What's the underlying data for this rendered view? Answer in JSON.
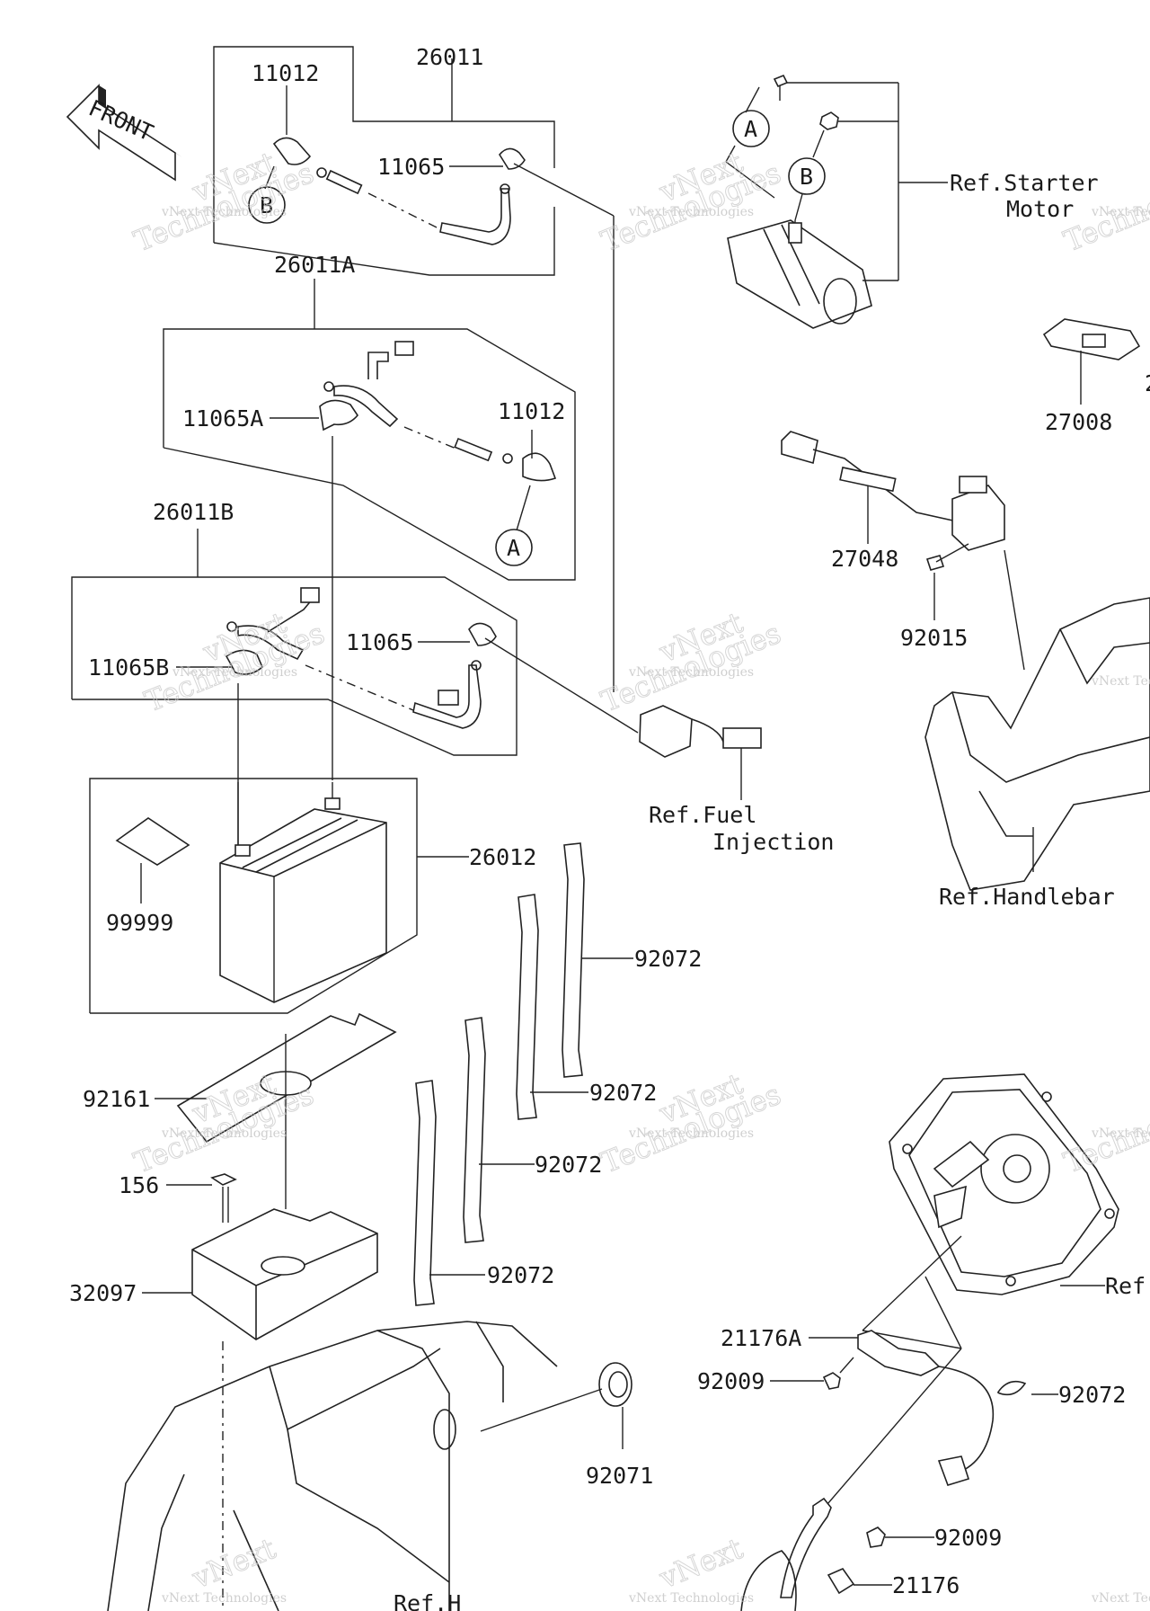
{
  "front_label": "FRONT",
  "watermark": {
    "line1": "vNext Technologies",
    "line2": "vNext",
    "line3": "Technologies"
  },
  "part_numbers": {
    "p26011": "26011",
    "p11012_top": "11012",
    "p11065_top": "11065",
    "p26011A": "26011A",
    "p11065A": "11065A",
    "p11012_mid": "11012",
    "p26011B": "26011B",
    "p11065B": "11065B",
    "p11065_mid": "11065",
    "p26012": "26012",
    "p99999": "99999",
    "p92072_a": "92072",
    "p92072_b": "92072",
    "p92072_c": "92072",
    "p92072_d": "92072",
    "p92161": "92161",
    "p156": "156",
    "p32097": "32097",
    "p92071": "92071",
    "p27008": "27008",
    "p27048": "27048",
    "p92015": "92015",
    "p21176A": "21176A",
    "p92009_a": "92009",
    "p92072_e": "92072",
    "p92009_b": "92009",
    "p21176": "21176"
  },
  "references": {
    "starter_1": "Ref.Starter",
    "starter_2": "Motor",
    "fuel_1": "Ref.Fuel",
    "fuel_2": "Injection",
    "handlebar": "Ref.Handlebar",
    "ref_right": "Ref",
    "ref_bottom": "Ref.H"
  },
  "callouts": {
    "a": "A",
    "b": "B"
  },
  "partial_label": "2"
}
